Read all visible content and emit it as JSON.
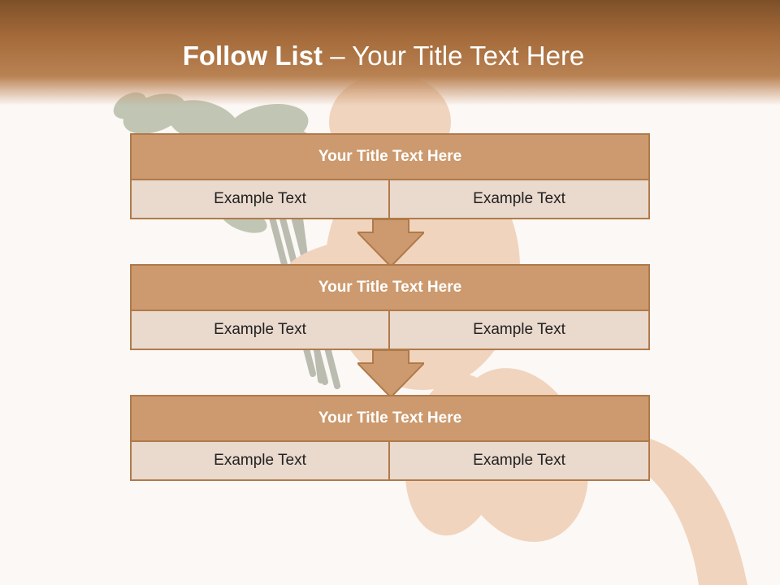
{
  "slide": {
    "title_bold": "Follow List",
    "title_rest": " – Your Title Text Here"
  },
  "blocks": [
    {
      "title": "Your Title Text Here",
      "cells": [
        "Example Text",
        "Example Text"
      ]
    },
    {
      "title": "Your Title Text Here",
      "cells": [
        "Example Text",
        "Example Text"
      ]
    },
    {
      "title": "Your Title Text Here",
      "cells": [
        "Example Text",
        "Example Text"
      ]
    }
  ],
  "colors": {
    "header_dark": "#7e5028",
    "header_light": "#b98252",
    "block_title_fill": "#cc9a6e",
    "block_cell_fill": "#ead9cd",
    "border": "#b07a4a"
  },
  "icons": {
    "arrow": "down-arrow-icon"
  }
}
